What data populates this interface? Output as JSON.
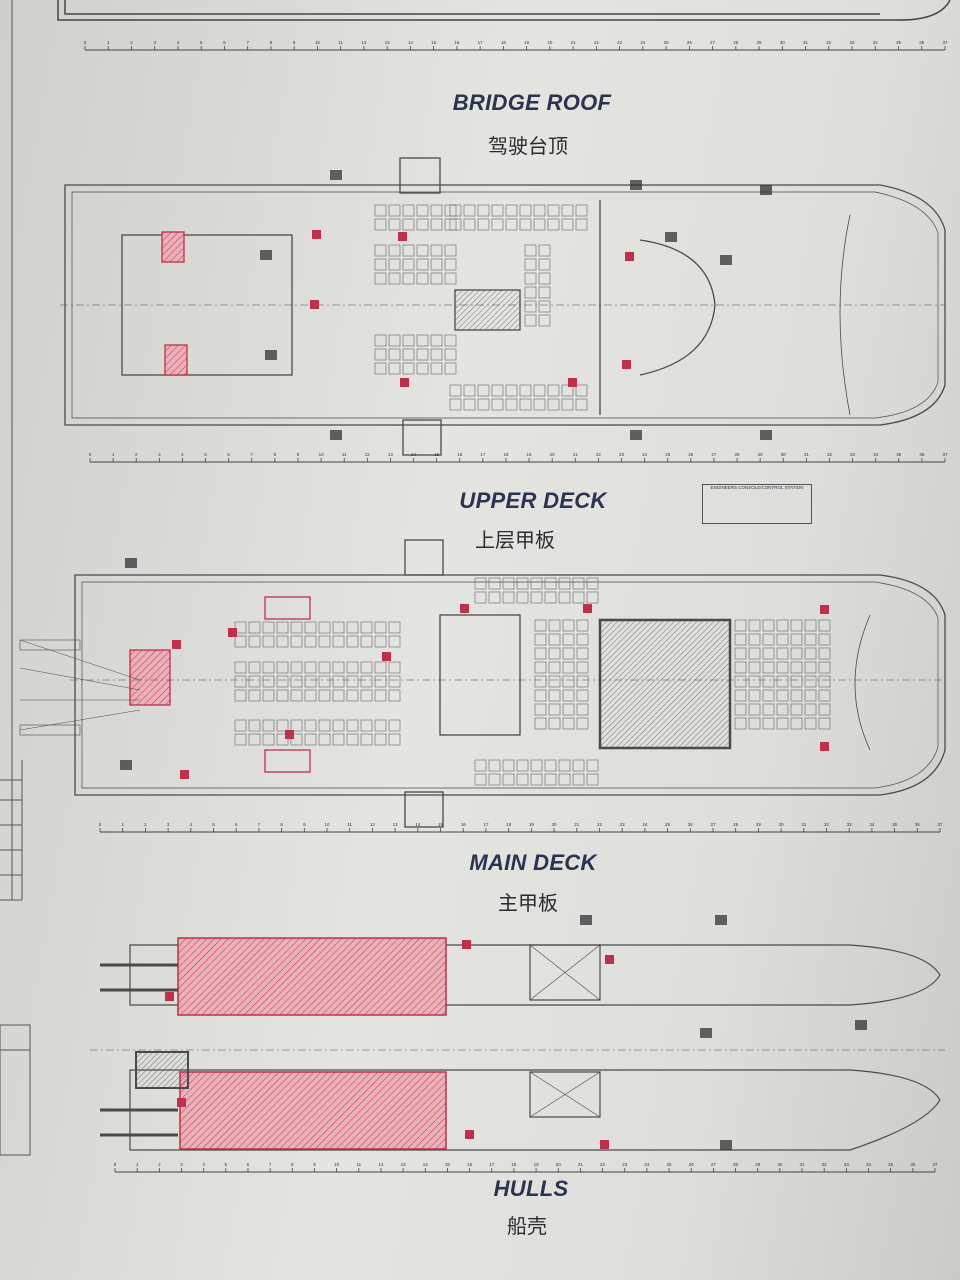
{
  "decks": [
    {
      "id": "bridge-roof",
      "title": "BRIDGE ROOF",
      "title_cn": "驾驶台顶"
    },
    {
      "id": "upper-deck",
      "title": "UPPER DECK",
      "title_cn": "上层甲板"
    },
    {
      "id": "main-deck",
      "title": "MAIN DECK",
      "title_cn": "主甲板"
    },
    {
      "id": "hulls",
      "title": "HULLS",
      "title_cn": "船壳"
    }
  ],
  "station_label": "ENGINEERS CONSOLE/CONTROL STATION",
  "frame_numbers": [
    "0",
    "1",
    "2",
    "3",
    "4",
    "5",
    "6",
    "7",
    "8",
    "9",
    "10",
    "11",
    "12",
    "13",
    "14",
    "15",
    "16",
    "17",
    "18",
    "19",
    "20",
    "21",
    "22",
    "23",
    "24",
    "25",
    "26",
    "27",
    "28",
    "29",
    "30",
    "31",
    "32",
    "33",
    "34",
    "35",
    "36",
    "37"
  ],
  "colors": {
    "line": "#4a4a4a",
    "red": "#c0304a",
    "hatch": "#e59aa8",
    "title": "#2a3350"
  }
}
